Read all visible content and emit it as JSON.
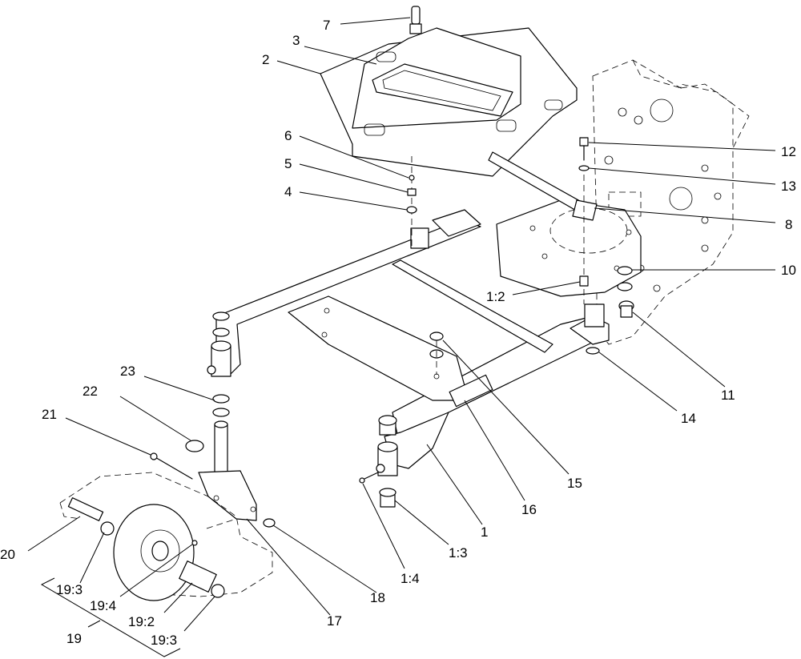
{
  "callouts": {
    "c1": "1",
    "c1_2": "1:2",
    "c1_3": "1:3",
    "c1_4": "1:4",
    "c2": "2",
    "c3": "3",
    "c4": "4",
    "c5": "5",
    "c6": "6",
    "c7": "7",
    "c8": "8",
    "c10": "10",
    "c11": "11",
    "c12": "12",
    "c13": "13",
    "c14": "14",
    "c15": "15",
    "c16": "16",
    "c17": "17",
    "c18": "18",
    "c19": "19",
    "c19_2": "19:2",
    "c19_3a": "19:3",
    "c19_3b": "19:3",
    "c19_4": "19:4",
    "c20": "20",
    "c21": "21",
    "c22": "22",
    "c23": "23"
  }
}
